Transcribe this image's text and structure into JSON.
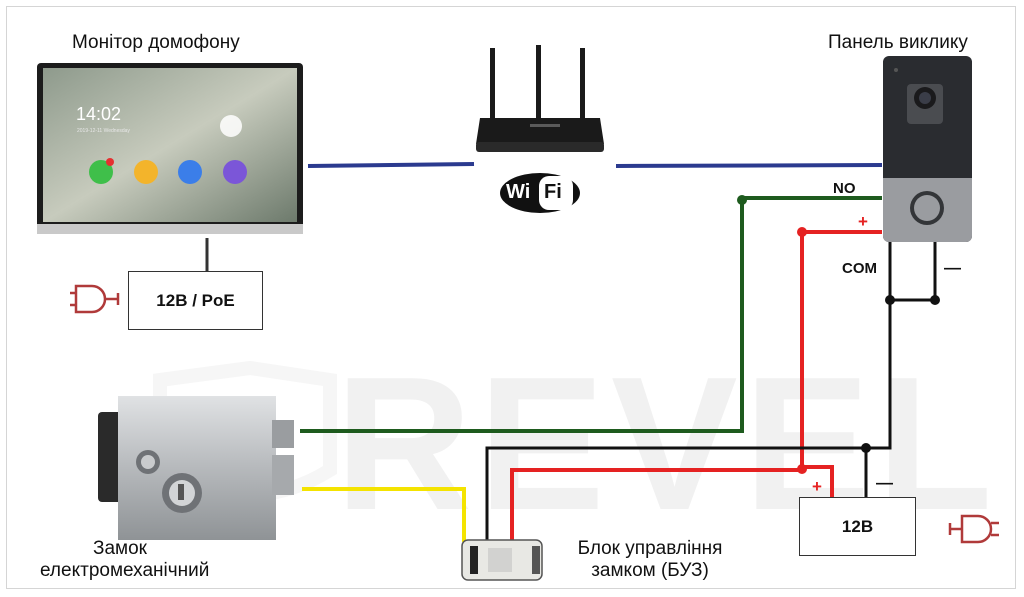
{
  "watermark": "REVEL",
  "devices": {
    "monitor": {
      "title": "Монітор домофону",
      "time": "14:02",
      "date": "2019-12-11 Wednesday"
    },
    "router": {
      "badge_left": "Wi",
      "badge_right": "Fi"
    },
    "call_panel": {
      "title": "Панель виклику"
    },
    "lock": {
      "title_line1": "Замок",
      "title_line2": "електромеханічний"
    },
    "controller": {
      "title_line1": "Блок управління",
      "title_line2": "замком (БУЗ)"
    }
  },
  "power": {
    "monitor_supply": "12В / PoE",
    "lock_supply": "12В"
  },
  "terminals": {
    "no": "NO",
    "plus_panel": "+",
    "com": "COM",
    "minus_panel": "—",
    "plus_supply": "+",
    "minus_supply": "—"
  },
  "colors": {
    "network": "#2b3a8f",
    "signal_green": "#1e5b1e",
    "power_red": "#e52222",
    "ground_black": "#111111",
    "lock_yellow": "#f4e300",
    "plug_icon": "#b03a3a"
  },
  "icons": [
    "plug-icon",
    "plug-icon-right",
    "wifi-badge"
  ]
}
